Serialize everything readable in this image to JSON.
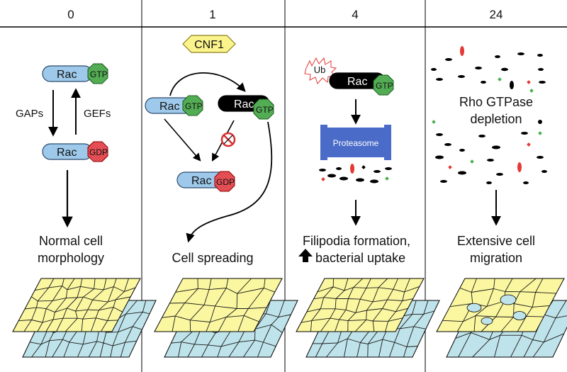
{
  "columns": [
    {
      "time": "0",
      "caption": [
        "Normal cell",
        "morphology"
      ]
    },
    {
      "time": "1",
      "caption": [
        "Cell spreading"
      ]
    },
    {
      "time": "4",
      "caption": [
        "Filipodia formation,",
        "bacterial uptake"
      ]
    },
    {
      "time": "24",
      "caption": [
        "Extensive cell",
        "migration"
      ]
    }
  ],
  "labels": {
    "rac": "Rac",
    "gtp": "GTP",
    "gdp": "GDP",
    "gaps": "GAPs",
    "gefs": "GEFs",
    "cnf1": "CNF1",
    "ub": "Ub",
    "proteasome": "Proteasome",
    "depletion": [
      "Rho GTPase",
      "depletion"
    ]
  },
  "colors": {
    "rac_light": "#9ec9ea",
    "rac_dark": "#000000",
    "gtp": "#4caf50",
    "gdp": "#e8434b",
    "cnf1": "#fbf48c",
    "proteasome": "#4a6cc8",
    "top_sheet": "#fbf7a0",
    "bottom_sheet": "#bfe3ea"
  },
  "icons": {
    "inhibit": "no-symbol-icon",
    "up_arrow": "bold-up-arrow-icon"
  }
}
